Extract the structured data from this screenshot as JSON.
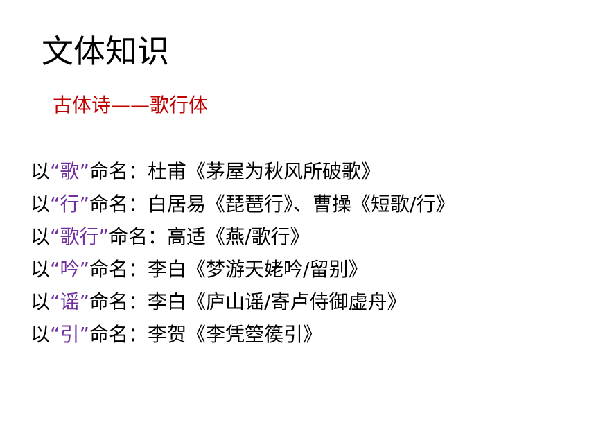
{
  "colors": {
    "text": "#000000",
    "subtitle": "#c00000",
    "highlight": "#7030a0"
  },
  "title": "文体知识",
  "subtitle": "古体诗——歌行体",
  "lines": [
    {
      "prefix": "以",
      "highlight": "“歌”",
      "rest": "命名：杜甫《茅屋为秋风所破歌》"
    },
    {
      "prefix": "以",
      "highlight": "“行”",
      "rest": "命名：白居易《琵琶行》、曹操《短歌/行》"
    },
    {
      "prefix": "以",
      "highlight": "“歌行”",
      "rest": "命名：高适《燕/歌行》"
    },
    {
      "prefix": "以",
      "highlight": "“吟”",
      "rest": "命名：李白《梦游天姥吟/留别》"
    },
    {
      "prefix": "以",
      "highlight": "“谣”",
      "rest": "命名：李白《庐山谣/寄卢侍御虚舟》"
    },
    {
      "prefix": "以",
      "highlight": "“引”",
      "rest": "命名：李贺《李凭箜篌引》"
    }
  ]
}
